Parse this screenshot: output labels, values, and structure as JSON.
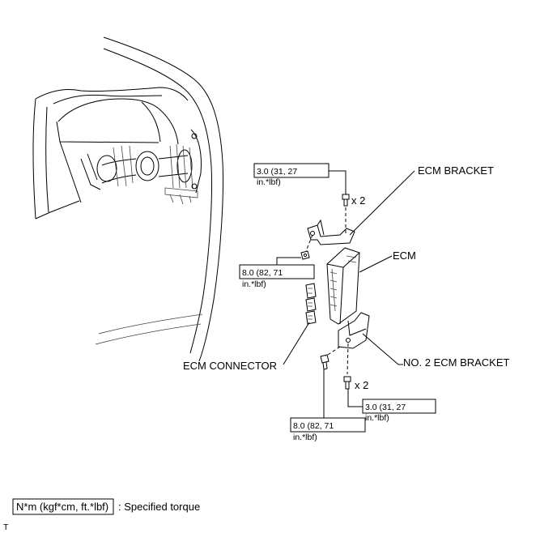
{
  "labels": {
    "ecm_bracket": "ECM BRACKET",
    "ecm": "ECM",
    "ecm_connector": "ECM CONNECTOR",
    "no2_ecm_bracket": "NO. 2 ECM BRACKET"
  },
  "torques": {
    "upper_bracket_bolt": {
      "line1": "3.0 (31, 27",
      "line2": "in.*lbf)"
    },
    "upper_nut": {
      "line1": "8.0 (82, 71",
      "line2": "in.*lbf)"
    },
    "lower_bracket_bolt": {
      "line1": "3.0 (31, 27",
      "line2": "in.*lbf)"
    },
    "lower_bolt": {
      "line1": "8.0 (82, 71",
      "line2": "in.*lbf)"
    }
  },
  "quantities": {
    "upper": "x 2",
    "lower": "x 2"
  },
  "legend": {
    "unit_box": "N*m (kgf*cm, ft.*lbf)",
    "description": ": Specified torque"
  },
  "corner_mark": "T"
}
